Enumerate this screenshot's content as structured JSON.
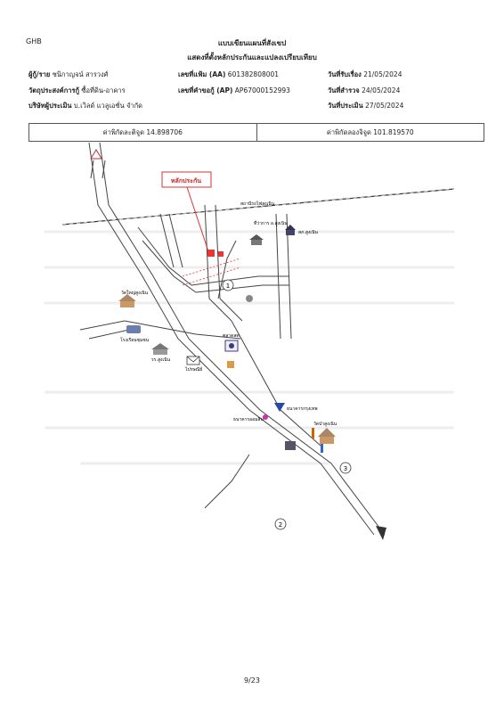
{
  "header": {
    "brand": "GHB",
    "title_line1": "แบบเขียนแผนที่สังเขป",
    "title_line2": "แสดงที่ตั้งหลักประกันและแปลงเปรียบเทียบ"
  },
  "info": {
    "borrower_label": "ผู้กู้/ราย",
    "borrower_value": "ชนิกาญจน์ สารวงศ์",
    "purpose_label": "วัตถุประสงค์การกู้",
    "purpose_value": "ซื้อที่ดิน-อาคาร",
    "appraiser_label": "บริษัทผู้ประเมิน",
    "appraiser_value": "บ.เวิลด์ แวลูเอชั่น จำกัด",
    "file_no_label": "เลขที่แฟ้ม (AA)",
    "file_no_value": "601382808001",
    "request_no_label": "เลขที่คำขอกู้ (AP)",
    "request_no_value": "AP67000152993",
    "received_label": "วันที่รับเรื่อง",
    "received_value": "21/05/2024",
    "survey_label": "วันที่สำรวจ",
    "survey_value": "24/05/2024",
    "appraise_label": "วันที่ประเมิน",
    "appraise_value": "27/05/2024"
  },
  "coords": {
    "lat_label": "ค่าพิกัดละติจูด",
    "lat_value": "14.898706",
    "lon_label": "ค่าพิกัดลองจิจูด",
    "lon_value": "101.819570"
  },
  "map": {
    "collateral_label": "หลักประกัน",
    "markers": [
      "1",
      "2",
      "3"
    ],
    "landmarks": {
      "school": "โรงเรียนชุมชน",
      "police": "สภ.สูงเนิน",
      "station": "สถานีรถไฟสูงเนิน",
      "temple1": "วัดใหญ่สูงเนิน",
      "temple2": "วัดป่าสูงเนิน",
      "post": "ไปรษณีย์",
      "market": "ตลาดสด",
      "bank_bbl": "ธนาคารกรุงเทพ",
      "bank_gsb": "ธนาคารออมสิน",
      "district": "ที่ว่าการ อ.สูงเนิน",
      "hospital": "รร.สูงเนิน"
    }
  },
  "footer": {
    "page": "9/23"
  }
}
